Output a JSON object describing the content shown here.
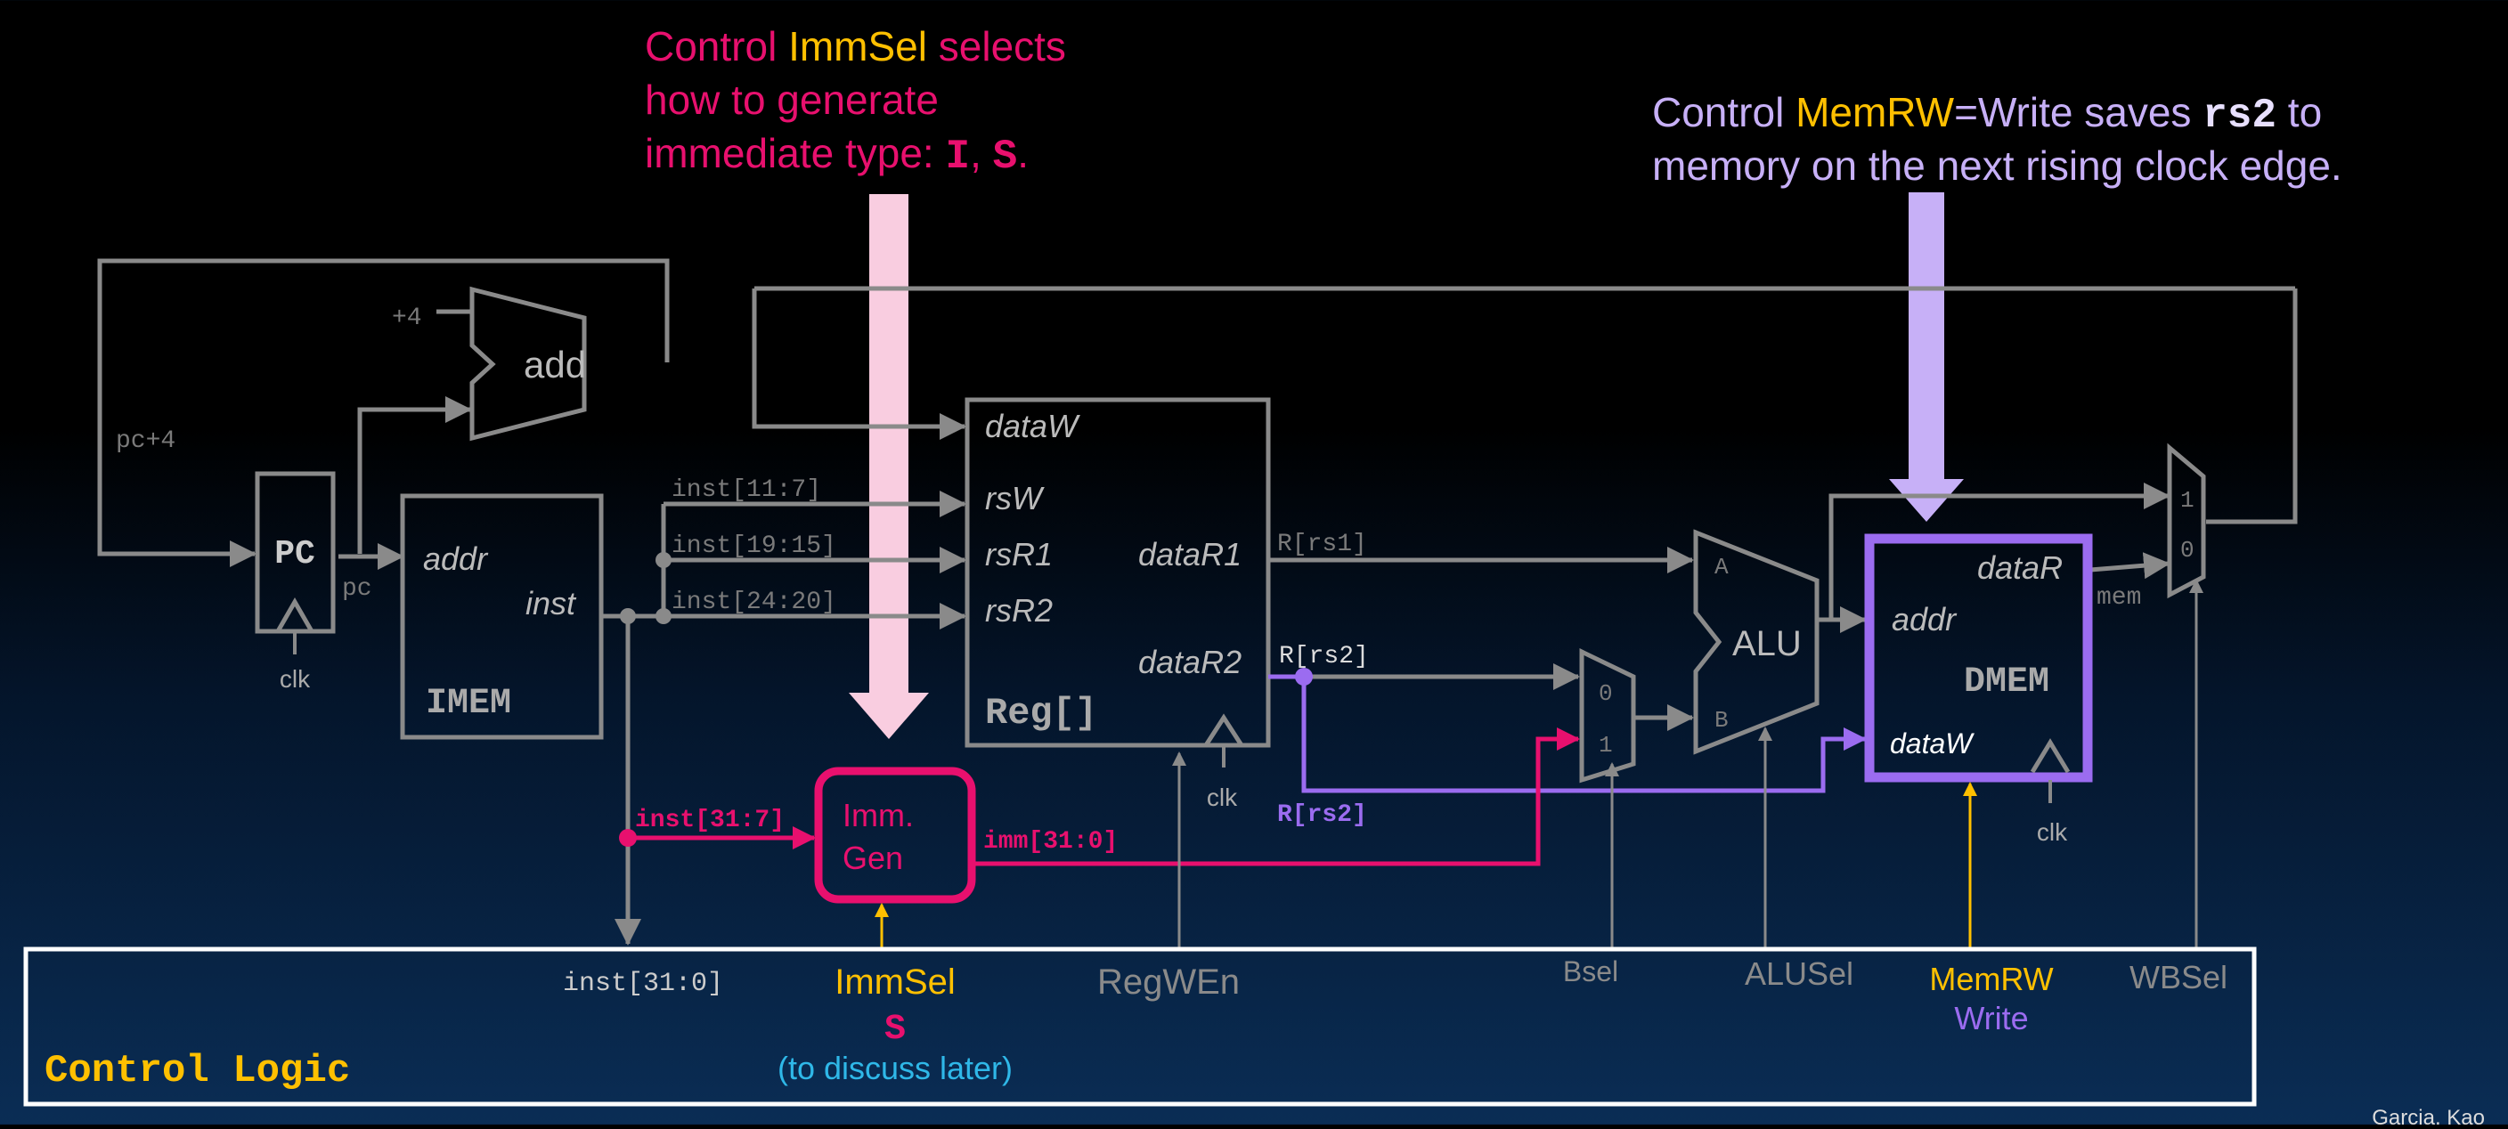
{
  "colors": {
    "gray": "#8a8a8a",
    "dark_gray": "#7a7a7a",
    "pink": "#e8106e",
    "pink_light": "#f9cde0",
    "purple": "#9b6cf0",
    "purple_light": "#c7b0f7",
    "yellow": "#ffc000",
    "cyan": "#2fb8e8",
    "white": "#ffffff"
  },
  "annotations": {
    "immsel_note": {
      "line1_prefix": "Control ",
      "line1_highlight": "ImmSel",
      "line1_suffix": " selects",
      "line2": "how to generate",
      "line3_prefix": "immediate type: ",
      "type_i": "I",
      "sep": ", ",
      "type_s": "S",
      "end": "."
    },
    "memrw_note": {
      "line1_prefix": "Control ",
      "line1_highlight": "MemRW",
      "line1_mid": "=Write saves ",
      "line1_code": "rs2",
      "line1_suffix": " to",
      "line2": "memory on the next rising clock edge."
    }
  },
  "components": {
    "add": "add",
    "plus4": "+4",
    "pc": "PC",
    "pc_clk": "clk",
    "imem": {
      "title": "IMEM",
      "addr": "addr",
      "inst": "inst"
    },
    "reg": {
      "title": "Reg[]",
      "dataW": "dataW",
      "rsW": "rsW",
      "rsR1": "rsR1",
      "rsR2": "rsR2",
      "dataR1": "dataR1",
      "dataR2": "dataR2",
      "clk": "clk"
    },
    "immgen": {
      "line1": "Imm.",
      "line2": "Gen"
    },
    "bsel_mux": {
      "in0": "0",
      "in1": "1"
    },
    "alu": {
      "title": "ALU",
      "a": "A",
      "b": "B"
    },
    "dmem": {
      "title": "DMEM",
      "addr": "addr",
      "dataR": "dataR",
      "dataW": "dataW",
      "clk": "clk"
    },
    "wb_mux": {
      "in1": "1",
      "in0": "0"
    }
  },
  "wire_labels": {
    "pc_plus4": "pc+4",
    "pc": "pc",
    "inst_11_7": "inst[11:7]",
    "inst_19_15": "inst[19:15]",
    "inst_24_20": "inst[24:20]",
    "r_rs1": "R[rs1]",
    "r_rs2": "R[rs2]",
    "r_rs2_highlight": "R[rs2]",
    "inst_31_7": "inst[31:7]",
    "imm_31_0": "imm[31:0]",
    "mem": "mem"
  },
  "control": {
    "title": "Control Logic",
    "inst_31_0": "inst[31:0]",
    "immsel": "ImmSel",
    "immsel_value": "S",
    "immsel_note": "(to discuss later)",
    "regwen": "RegWEn",
    "bsel": "Bsel",
    "alusel": "ALUSel",
    "memrw": "MemRW",
    "memrw_value": "Write",
    "wbsel": "WBSel"
  },
  "footer": {
    "credit": "Garcia, Kao"
  }
}
